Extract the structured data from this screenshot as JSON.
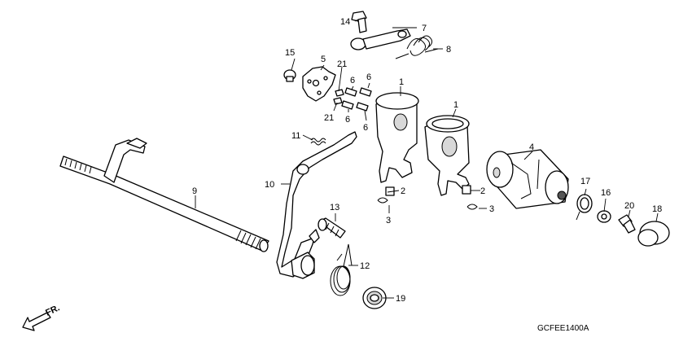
{
  "diagram_code": "GCFEE1400A",
  "direction_label": "FR.",
  "callouts": {
    "c1a": "1",
    "c1b": "1",
    "c2a": "2",
    "c2b": "2",
    "c3a": "3",
    "c3b": "3",
    "c4": "4",
    "c5": "5",
    "c6a": "6",
    "c6b": "6",
    "c6c": "6",
    "c6d": "6",
    "c7": "7",
    "c8": "8",
    "c9": "9",
    "c10": "10",
    "c11": "11",
    "c12": "12",
    "c13": "13",
    "c14": "14",
    "c15": "15",
    "c16": "16",
    "c17": "17",
    "c18": "18",
    "c19": "19",
    "c20": "20",
    "c21a": "21",
    "c21b": "21"
  },
  "colors": {
    "line": "#000000",
    "background": "#ffffff",
    "shade": "#d8d8d8"
  }
}
